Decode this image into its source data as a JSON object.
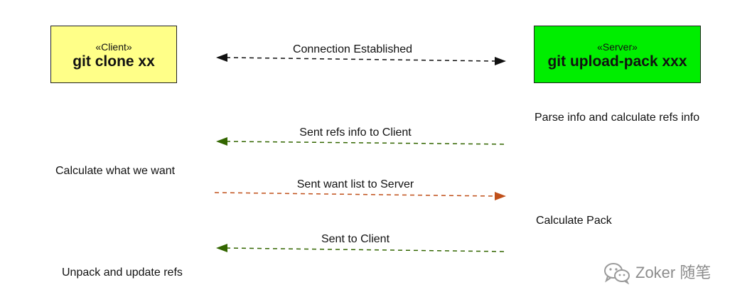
{
  "client": {
    "stereotype": "«Client»",
    "command": "git clone xx",
    "fill": "#ffff88"
  },
  "server": {
    "stereotype": "«Server»",
    "command": "git upload-pack xxx",
    "fill": "#00ee00"
  },
  "messages": [
    {
      "label": "Connection Established",
      "direction": "both",
      "color": "#111111"
    },
    {
      "label": "Sent refs info to Client",
      "direction": "to-client",
      "color": "#336600"
    },
    {
      "label": "Sent want list to Server",
      "direction": "to-server",
      "color": "#c0501a"
    },
    {
      "label": "Sent to Client",
      "direction": "to-client",
      "color": "#336600"
    }
  ],
  "notes": {
    "server_parse": "Parse info and calculate refs info",
    "client_calc": "Calculate what we want",
    "server_pack": "Calculate Pack",
    "client_unpack": "Unpack and update refs"
  },
  "watermark": {
    "text": "Zoker 随笔",
    "icon": "wechat-icon"
  }
}
